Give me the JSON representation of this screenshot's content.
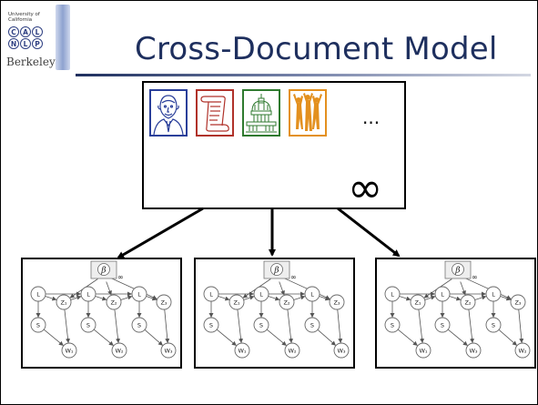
{
  "slide": {
    "title": "Cross-Document Model"
  },
  "logo": {
    "university_line1": "University of",
    "university_line2": "California",
    "letters_row1": [
      "C",
      "A",
      "L"
    ],
    "letters_row2": [
      "N",
      "L",
      "P"
    ],
    "berkeley": "Berkeley"
  },
  "top_box": {
    "ellipsis": "...",
    "infinity": "∞",
    "tiles": [
      {
        "icon": "portrait-icon",
        "border": "#2a3f9a"
      },
      {
        "icon": "scroll-icon",
        "border": "#b0322a"
      },
      {
        "icon": "capitol-icon",
        "border": "#2f7a2f"
      },
      {
        "icon": "people-icon",
        "border": "#e3901e"
      }
    ]
  },
  "models": [
    {
      "beta": "β",
      "inf": "∞",
      "nodes": {
        "L": "L",
        "S": "S",
        "Z": [
          "Z₁",
          "Z₂",
          "Z₃"
        ],
        "W": [
          "W₁",
          "W₂",
          "W₃"
        ]
      }
    },
    {
      "beta": "β",
      "inf": "∞",
      "nodes": {
        "L": "L",
        "S": "S",
        "Z": [
          "Z₁",
          "Z₂",
          "Z₃"
        ],
        "W": [
          "W₁",
          "W₂",
          "W₃"
        ]
      }
    },
    {
      "beta": "β",
      "inf": "∞",
      "nodes": {
        "L": "L",
        "S": "S",
        "Z": [
          "Z₁",
          "Z₂",
          "Z₃"
        ],
        "W": [
          "W₁",
          "W₃",
          "W₂"
        ]
      }
    }
  ]
}
